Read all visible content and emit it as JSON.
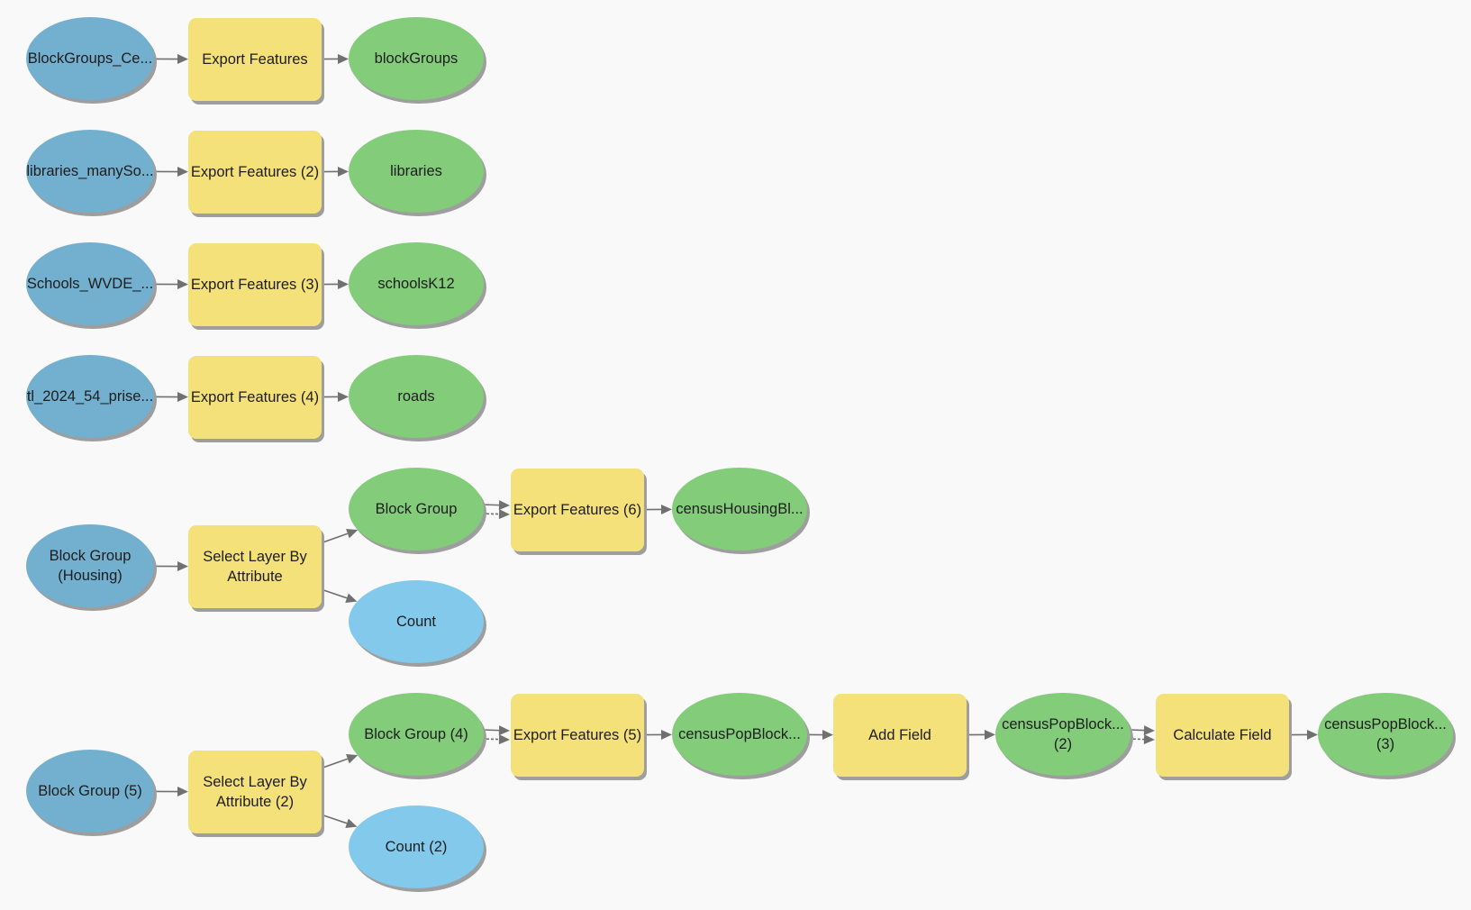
{
  "colors": {
    "input": "#73b0d0",
    "tool": "#f5e17a",
    "output": "#83cd7a",
    "value": "#82c9ec",
    "connector": "#707070",
    "background": "#f9f9f9"
  },
  "nodes": [
    {
      "id": "n1",
      "kind": "input",
      "label": "BlockGroups_Ce..."
    },
    {
      "id": "n2",
      "kind": "tool",
      "label": "Export Features"
    },
    {
      "id": "n3",
      "kind": "output",
      "label": "blockGroups"
    },
    {
      "id": "n4",
      "kind": "input",
      "label": "libraries_manySo..."
    },
    {
      "id": "n5",
      "kind": "tool",
      "label": "Export Features (2)"
    },
    {
      "id": "n6",
      "kind": "output",
      "label": "libraries"
    },
    {
      "id": "n7",
      "kind": "input",
      "label": "Schools_WVDE_..."
    },
    {
      "id": "n8",
      "kind": "tool",
      "label": "Export Features (3)"
    },
    {
      "id": "n9",
      "kind": "output",
      "label": "schoolsK12"
    },
    {
      "id": "n10",
      "kind": "input",
      "label": "tl_2024_54_prise..."
    },
    {
      "id": "n11",
      "kind": "tool",
      "label": "Export Features (4)"
    },
    {
      "id": "n12",
      "kind": "output",
      "label": "roads"
    },
    {
      "id": "n13",
      "kind": "input",
      "label": "Block Group\n(Housing)"
    },
    {
      "id": "n14",
      "kind": "tool",
      "label": "Select Layer By\nAttribute"
    },
    {
      "id": "n15",
      "kind": "output",
      "label": "Block Group"
    },
    {
      "id": "n16",
      "kind": "value",
      "label": "Count"
    },
    {
      "id": "n17",
      "kind": "tool",
      "label": "Export Features (6)"
    },
    {
      "id": "n18",
      "kind": "output",
      "label": "censusHousingBl..."
    },
    {
      "id": "n19",
      "kind": "input",
      "label": "Block Group (5)"
    },
    {
      "id": "n20",
      "kind": "tool",
      "label": "Select Layer By\nAttribute (2)"
    },
    {
      "id": "n21",
      "kind": "output",
      "label": "Block Group (4)"
    },
    {
      "id": "n22",
      "kind": "value",
      "label": "Count (2)"
    },
    {
      "id": "n23",
      "kind": "tool",
      "label": "Export Features (5)"
    },
    {
      "id": "n24",
      "kind": "output",
      "label": "censusPopBlock..."
    },
    {
      "id": "n25",
      "kind": "tool",
      "label": "Add Field"
    },
    {
      "id": "n26",
      "kind": "output",
      "label": "censusPopBlock...\n(2)"
    },
    {
      "id": "n27",
      "kind": "tool",
      "label": "Calculate Field"
    },
    {
      "id": "n28",
      "kind": "output",
      "label": "censusPopBlock...\n(3)"
    }
  ],
  "edges": [
    {
      "from": "n1",
      "to": "n2"
    },
    {
      "from": "n2",
      "to": "n3"
    },
    {
      "from": "n4",
      "to": "n5"
    },
    {
      "from": "n5",
      "to": "n6"
    },
    {
      "from": "n7",
      "to": "n8"
    },
    {
      "from": "n8",
      "to": "n9"
    },
    {
      "from": "n10",
      "to": "n11"
    },
    {
      "from": "n11",
      "to": "n12"
    },
    {
      "from": "n13",
      "to": "n14"
    },
    {
      "from": "n14",
      "to": "n15"
    },
    {
      "from": "n14",
      "to": "n16"
    },
    {
      "from": "n15",
      "to": "n17",
      "double": true
    },
    {
      "from": "n17",
      "to": "n18"
    },
    {
      "from": "n19",
      "to": "n20"
    },
    {
      "from": "n20",
      "to": "n21"
    },
    {
      "from": "n20",
      "to": "n22"
    },
    {
      "from": "n21",
      "to": "n23",
      "double": true
    },
    {
      "from": "n23",
      "to": "n24"
    },
    {
      "from": "n24",
      "to": "n25"
    },
    {
      "from": "n25",
      "to": "n26"
    },
    {
      "from": "n26",
      "to": "n27",
      "double": true
    },
    {
      "from": "n27",
      "to": "n28"
    }
  ]
}
